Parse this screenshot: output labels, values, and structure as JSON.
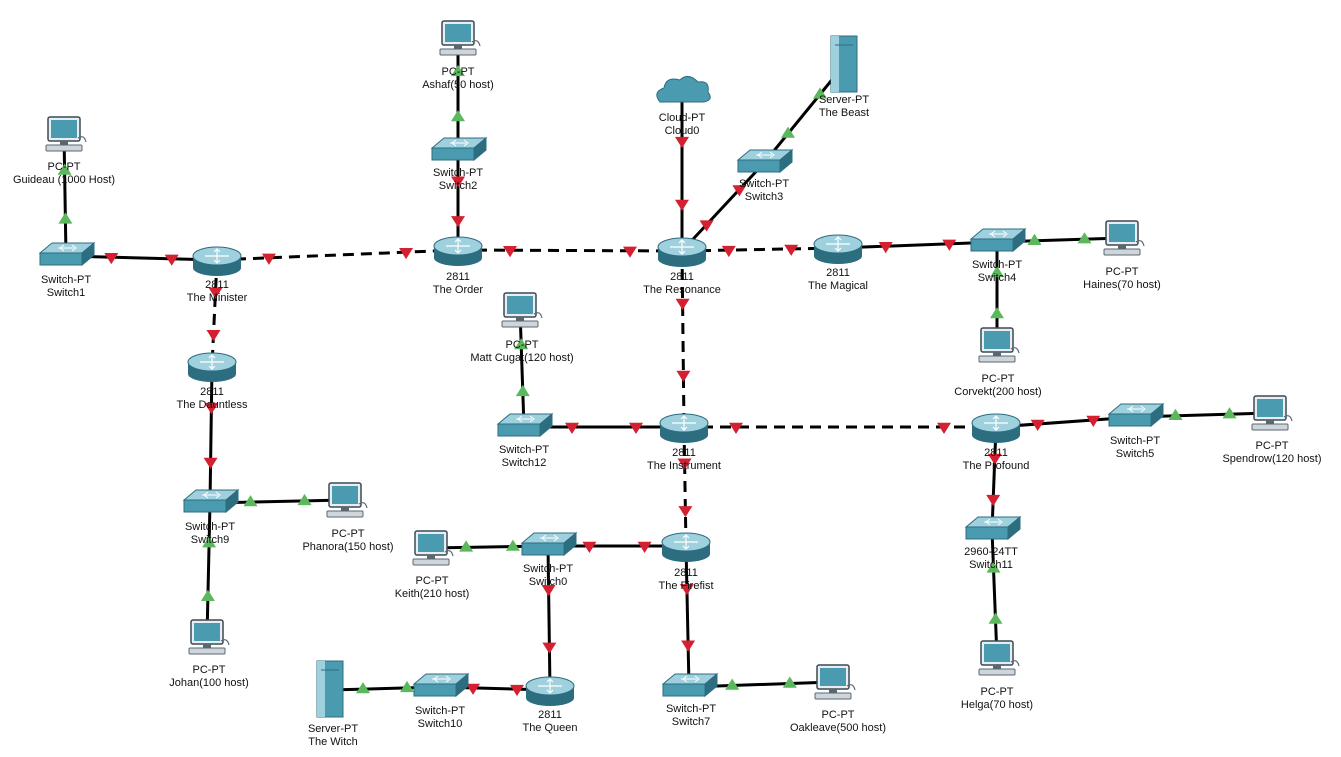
{
  "topology": {
    "devices": [
      {
        "id": "pc_guideau",
        "kind": "pc",
        "model": "PC-PT",
        "name": "Guideau (1000 Host)"
      },
      {
        "id": "sw1",
        "kind": "switch",
        "model": "Switch-PT",
        "name": "Switch1"
      },
      {
        "id": "r_minister",
        "kind": "router",
        "model": "2811",
        "name": "The Minister"
      },
      {
        "id": "r_dauntless",
        "kind": "router",
        "model": "2811",
        "name": "The Dauntless"
      },
      {
        "id": "sw9",
        "kind": "switch",
        "model": "Switch-PT",
        "name": "Switch9"
      },
      {
        "id": "pc_phanora",
        "kind": "pc",
        "model": "PC-PT",
        "name": "Phanora(150 host)"
      },
      {
        "id": "pc_johan",
        "kind": "pc",
        "model": "PC-PT",
        "name": "Johan(100 host)"
      },
      {
        "id": "pc_ashaf",
        "kind": "pc",
        "model": "PC-PT",
        "name": "Ashaf(50 host)"
      },
      {
        "id": "sw2",
        "kind": "switch",
        "model": "Switch-PT",
        "name": "Switch2"
      },
      {
        "id": "r_order",
        "kind": "router",
        "model": "2811",
        "name": "The Order"
      },
      {
        "id": "cloud0",
        "kind": "cloud",
        "model": "Cloud-PT",
        "name": "Cloud0"
      },
      {
        "id": "srv_beast",
        "kind": "server",
        "model": "Server-PT",
        "name": "The Beast"
      },
      {
        "id": "sw3",
        "kind": "switch",
        "model": "Switch-PT",
        "name": "Switch3"
      },
      {
        "id": "r_resonance",
        "kind": "router",
        "model": "2811",
        "name": "The Resonance"
      },
      {
        "id": "r_magical",
        "kind": "router",
        "model": "2811",
        "name": "The Magical"
      },
      {
        "id": "sw4",
        "kind": "switch",
        "model": "Switch-PT",
        "name": "Switch4"
      },
      {
        "id": "pc_haines",
        "kind": "pc",
        "model": "PC-PT",
        "name": "Haines(70 host)"
      },
      {
        "id": "pc_corvekt",
        "kind": "pc",
        "model": "PC-PT",
        "name": "Corvekt(200 host)"
      },
      {
        "id": "pc_matt",
        "kind": "pc",
        "model": "PC-PT",
        "name": "Matt Cugat(120 host)"
      },
      {
        "id": "sw12",
        "kind": "switch",
        "model": "Switch-PT",
        "name": "Switch12"
      },
      {
        "id": "r_instrument",
        "kind": "router",
        "model": "2811",
        "name": "The Instrument"
      },
      {
        "id": "r_profound",
        "kind": "router",
        "model": "2811",
        "name": "The Profound"
      },
      {
        "id": "sw5",
        "kind": "switch",
        "model": "Switch-PT",
        "name": "Switch5"
      },
      {
        "id": "pc_spendrow",
        "kind": "pc",
        "model": "PC-PT",
        "name": "Spendrow(120 host)"
      },
      {
        "id": "sw11",
        "kind": "switch",
        "model": "2960-24TT",
        "name": "Switch11"
      },
      {
        "id": "pc_helga",
        "kind": "pc",
        "model": "PC-PT",
        "name": "Helga(70 host)"
      },
      {
        "id": "pc_keith",
        "kind": "pc",
        "model": "PC-PT",
        "name": "Keith(210 host)"
      },
      {
        "id": "sw0",
        "kind": "switch",
        "model": "Switch-PT",
        "name": "Switch0"
      },
      {
        "id": "r_firefist",
        "kind": "router",
        "model": "2811",
        "name": "The Firefist"
      },
      {
        "id": "r_queen",
        "kind": "router",
        "model": "2811",
        "name": "The Queen"
      },
      {
        "id": "sw10",
        "kind": "switch",
        "model": "Switch-PT",
        "name": "Switch10"
      },
      {
        "id": "srv_witch",
        "kind": "server",
        "model": "Server-PT",
        "name": "The Witch"
      },
      {
        "id": "sw7",
        "kind": "switch",
        "model": "Switch-PT",
        "name": "Switch7"
      },
      {
        "id": "pc_oakleave",
        "kind": "pc",
        "model": "PC-PT",
        "name": "Oakleave(500 host)"
      }
    ],
    "links": [
      {
        "a": "pc_guideau",
        "b": "sw1",
        "type": "straight",
        "status": "up"
      },
      {
        "a": "sw1",
        "b": "r_minister",
        "type": "straight",
        "status": "down"
      },
      {
        "a": "r_minister",
        "b": "r_order",
        "type": "crossover",
        "status": "down"
      },
      {
        "a": "r_minister",
        "b": "r_dauntless",
        "type": "crossover",
        "status": "down"
      },
      {
        "a": "r_dauntless",
        "b": "sw9",
        "type": "straight",
        "status": "down"
      },
      {
        "a": "sw9",
        "b": "pc_phanora",
        "type": "straight",
        "status": "up"
      },
      {
        "a": "sw9",
        "b": "pc_johan",
        "type": "straight",
        "status": "up"
      },
      {
        "a": "pc_ashaf",
        "b": "sw2",
        "type": "straight",
        "status": "up"
      },
      {
        "a": "sw2",
        "b": "r_order",
        "type": "straight",
        "status": "down"
      },
      {
        "a": "r_order",
        "b": "r_resonance",
        "type": "crossover",
        "status": "down"
      },
      {
        "a": "cloud0",
        "b": "r_resonance",
        "type": "straight",
        "status": "down"
      },
      {
        "a": "srv_beast",
        "b": "sw3",
        "type": "straight",
        "status": "up"
      },
      {
        "a": "sw3",
        "b": "r_resonance",
        "type": "straight",
        "status": "down"
      },
      {
        "a": "r_resonance",
        "b": "r_magical",
        "type": "crossover",
        "status": "down"
      },
      {
        "a": "r_magical",
        "b": "sw4",
        "type": "straight",
        "status": "down"
      },
      {
        "a": "sw4",
        "b": "pc_haines",
        "type": "straight",
        "status": "up"
      },
      {
        "a": "sw4",
        "b": "pc_corvekt",
        "type": "straight",
        "status": "up"
      },
      {
        "a": "r_resonance",
        "b": "r_instrument",
        "type": "crossover",
        "status": "down"
      },
      {
        "a": "pc_matt",
        "b": "sw12",
        "type": "straight",
        "status": "up"
      },
      {
        "a": "sw12",
        "b": "r_instrument",
        "type": "straight",
        "status": "down"
      },
      {
        "a": "r_instrument",
        "b": "r_profound",
        "type": "crossover",
        "status": "down"
      },
      {
        "a": "r_profound",
        "b": "sw5",
        "type": "straight",
        "status": "down"
      },
      {
        "a": "sw5",
        "b": "pc_spendrow",
        "type": "straight",
        "status": "up"
      },
      {
        "a": "r_profound",
        "b": "sw11",
        "type": "straight",
        "status": "down"
      },
      {
        "a": "sw11",
        "b": "pc_helga",
        "type": "straight",
        "status": "up"
      },
      {
        "a": "r_instrument",
        "b": "r_firefist",
        "type": "crossover",
        "status": "down"
      },
      {
        "a": "pc_keith",
        "b": "sw0",
        "type": "straight",
        "status": "up"
      },
      {
        "a": "sw0",
        "b": "r_firefist",
        "type": "straight",
        "status": "down"
      },
      {
        "a": "sw0",
        "b": "r_queen",
        "type": "straight",
        "status": "down"
      },
      {
        "a": "r_queen",
        "b": "sw10",
        "type": "straight",
        "status": "down"
      },
      {
        "a": "sw10",
        "b": "srv_witch",
        "type": "straight",
        "status": "up"
      },
      {
        "a": "r_firefist",
        "b": "sw7",
        "type": "straight",
        "status": "down"
      },
      {
        "a": "sw7",
        "b": "pc_oakleave",
        "type": "straight",
        "status": "up"
      }
    ]
  },
  "colors": {
    "link_up": "#5cb85c",
    "link_down": "#d42030",
    "cable": "#000000",
    "device_fill": "#4a9ab0",
    "device_dark": "#2d6d80",
    "device_light": "#9fd0de"
  }
}
